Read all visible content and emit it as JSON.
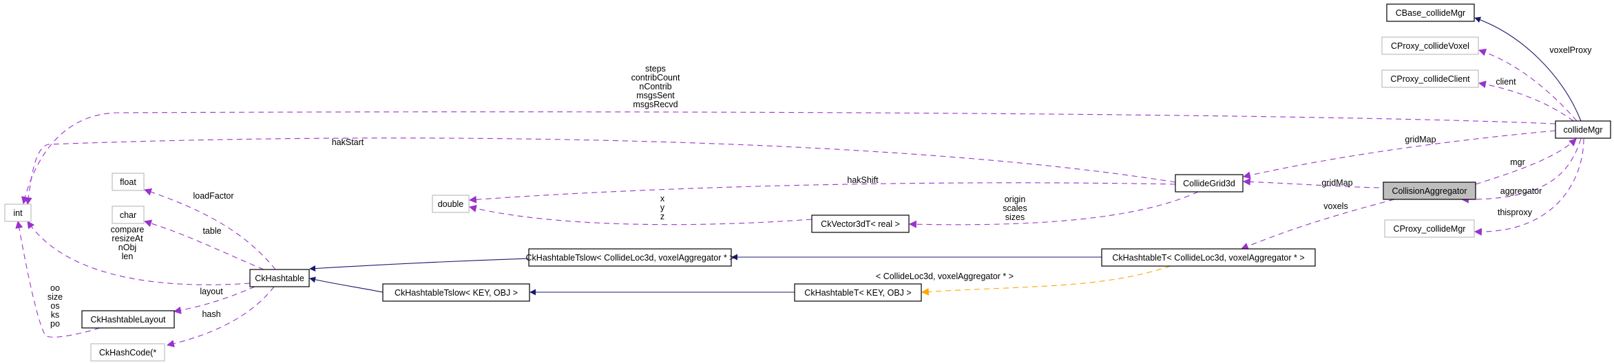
{
  "title": "Collaboration diagram for CollisionAggregator",
  "colors": {
    "inheritance": "#191970",
    "usage": "#9a32cd",
    "template": "#ffa500",
    "focus_fill": "#bfbfbf",
    "defined_border": "#000000",
    "undocumented_border": "#bfbfbf"
  },
  "nodes": [
    {
      "id": "CBase_collideMgr",
      "label": "CBase_collideMgr",
      "kind": "defined"
    },
    {
      "id": "CProxy_collideVoxel",
      "label": "CProxy_collideVoxel",
      "kind": "external"
    },
    {
      "id": "CProxy_collideClient",
      "label": "CProxy_collideClient",
      "kind": "external"
    },
    {
      "id": "collideMgr",
      "label": "collideMgr",
      "kind": "defined"
    },
    {
      "id": "CollideGrid3d",
      "label": "CollideGrid3d",
      "kind": "defined"
    },
    {
      "id": "CollisionAggregator",
      "label": "CollisionAggregator",
      "kind": "focus"
    },
    {
      "id": "CProxy_collideMgr",
      "label": "CProxy_collideMgr",
      "kind": "external"
    },
    {
      "id": "CkHashtableT_Collide",
      "label": "CkHashtableT< CollideLoc3d, voxelAggregator * >",
      "kind": "defined"
    },
    {
      "id": "CkHashtableTslow_Collide",
      "label": "CkHashtableTslow< CollideLoc3d, voxelAggregator * >",
      "kind": "defined"
    },
    {
      "id": "CkHashtableT_KEY",
      "label": "CkHashtableT< KEY, OBJ >",
      "kind": "defined"
    },
    {
      "id": "CkHashtableTslow_KEY",
      "label": "CkHashtableTslow< KEY, OBJ >",
      "kind": "defined"
    },
    {
      "id": "CkVector3dT",
      "label": "CkVector3dT< real >",
      "kind": "defined"
    },
    {
      "id": "double",
      "label": "double",
      "kind": "external"
    },
    {
      "id": "CkHashtable",
      "label": "CkHashtable",
      "kind": "defined"
    },
    {
      "id": "float",
      "label": "float",
      "kind": "external"
    },
    {
      "id": "char",
      "label": "char",
      "kind": "external"
    },
    {
      "id": "int",
      "label": "int",
      "kind": "external"
    },
    {
      "id": "CkHashtableLayout",
      "label": "CkHashtableLayout",
      "kind": "defined"
    },
    {
      "id": "CkHashCode",
      "label": "CkHashCode(*",
      "kind": "external"
    }
  ],
  "edges": [
    {
      "from": "collideMgr",
      "to": "CBase_collideMgr",
      "type": "inheritance",
      "label": []
    },
    {
      "from": "collideMgr",
      "to": "CProxy_collideVoxel",
      "type": "usage",
      "label": [
        "voxelProxy"
      ]
    },
    {
      "from": "collideMgr",
      "to": "CProxy_collideClient",
      "type": "usage",
      "label": [
        "client"
      ]
    },
    {
      "from": "collideMgr",
      "to": "int",
      "type": "usage",
      "label": [
        "steps",
        "contribCount",
        "nContrib",
        "msgsSent",
        "msgsRecvd"
      ]
    },
    {
      "from": "collideMgr",
      "to": "CollideGrid3d",
      "type": "usage",
      "label": [
        "gridMap"
      ]
    },
    {
      "from": "CollisionAggregator",
      "to": "collideMgr",
      "type": "usage",
      "label": [
        "mgr"
      ]
    },
    {
      "from": "collideMgr",
      "to": "CollisionAggregator",
      "type": "usage",
      "label": [
        "aggregator"
      ]
    },
    {
      "from": "collideMgr",
      "to": "CProxy_collideMgr",
      "type": "usage",
      "label": [
        "thisproxy"
      ]
    },
    {
      "from": "CollisionAggregator",
      "to": "CollideGrid3d",
      "type": "usage",
      "label": [
        "gridMap"
      ]
    },
    {
      "from": "CollisionAggregator",
      "to": "CkHashtableT_Collide",
      "type": "usage",
      "label": [
        "voxels"
      ]
    },
    {
      "from": "CollideGrid3d",
      "to": "int",
      "type": "usage",
      "label": [
        "hakStart"
      ]
    },
    {
      "from": "CollideGrid3d",
      "to": "double",
      "type": "usage",
      "label": [
        "hakShift"
      ]
    },
    {
      "from": "CollideGrid3d",
      "to": "CkVector3dT",
      "type": "usage",
      "label": [
        "origin",
        "scales",
        "sizes"
      ]
    },
    {
      "from": "CkVector3dT",
      "to": "double",
      "type": "usage",
      "label": [
        "x",
        "y",
        "z"
      ]
    },
    {
      "from": "CkHashtableT_Collide",
      "to": "CkHashtableTslow_Collide",
      "type": "inheritance",
      "label": []
    },
    {
      "from": "CkHashtableT_Collide",
      "to": "CkHashtableT_KEY",
      "type": "template",
      "label": [
        "< CollideLoc3d, voxelAggregator * >"
      ]
    },
    {
      "from": "CkHashtableTslow_Collide",
      "to": "CkHashtable",
      "type": "inheritance",
      "label": []
    },
    {
      "from": "CkHashtableT_KEY",
      "to": "CkHashtableTslow_KEY",
      "type": "inheritance",
      "label": []
    },
    {
      "from": "CkHashtableTslow_KEY",
      "to": "CkHashtable",
      "type": "inheritance",
      "label": []
    },
    {
      "from": "CkHashtable",
      "to": "float",
      "type": "usage",
      "label": [
        "loadFactor"
      ]
    },
    {
      "from": "CkHashtable",
      "to": "char",
      "type": "usage",
      "label": [
        "table"
      ]
    },
    {
      "from": "CkHashtable",
      "to": "int",
      "type": "usage",
      "label": [
        "compare",
        "resizeAt",
        "nObj",
        "len"
      ]
    },
    {
      "from": "CkHashtable",
      "to": "CkHashtableLayout",
      "type": "usage",
      "label": [
        "layout"
      ]
    },
    {
      "from": "CkHashtable",
      "to": "CkHashCode",
      "type": "usage",
      "label": [
        "hash"
      ]
    },
    {
      "from": "CkHashtableLayout",
      "to": "int",
      "type": "usage",
      "label": [
        "oo",
        "size",
        "os",
        "ks",
        "po"
      ]
    }
  ]
}
